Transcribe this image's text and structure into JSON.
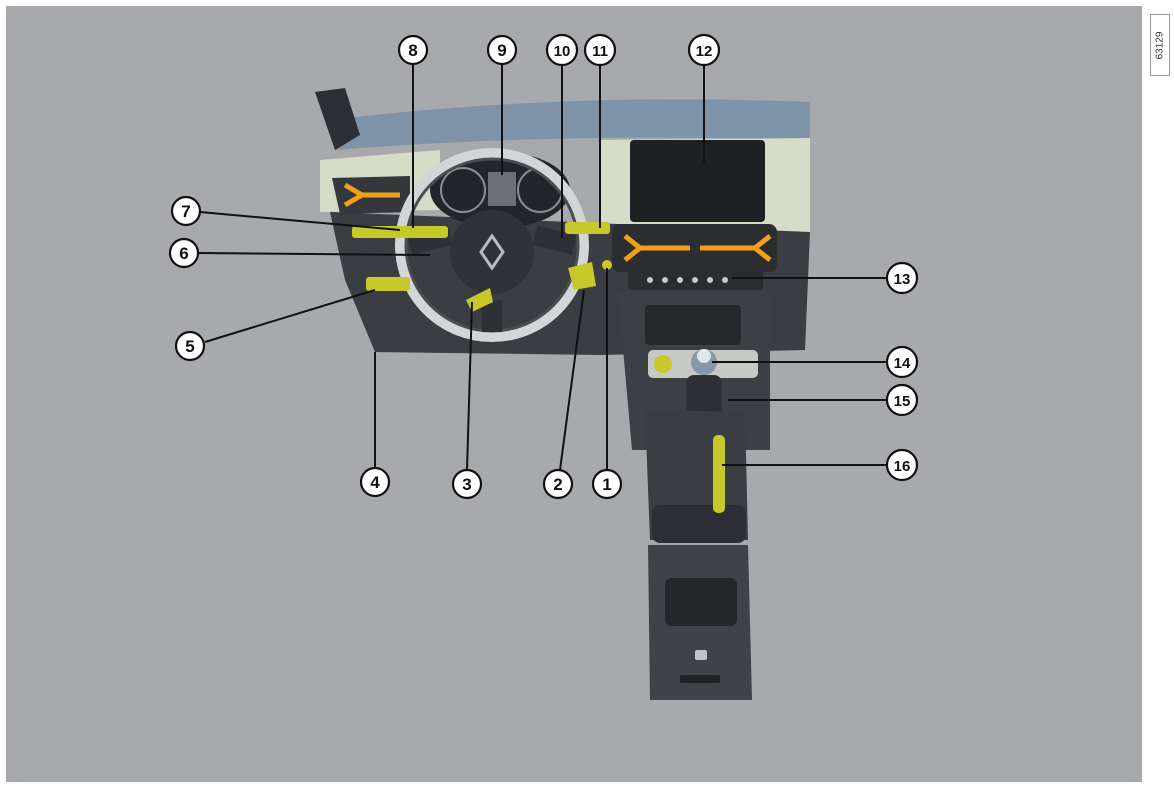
{
  "reference_code": "63129",
  "colors": {
    "background": "#a7a9ac",
    "dashboard_dark": "#3a3d42",
    "dashboard_light": "#d6dcc8",
    "dashboard_blue": "#7f93a8",
    "highlight_yellow": "#c8c82a",
    "vent_orange": "#f0a018",
    "screen": "#1e2024"
  },
  "callouts": [
    {
      "id": "1",
      "label": "1"
    },
    {
      "id": "2",
      "label": "2"
    },
    {
      "id": "3",
      "label": "3"
    },
    {
      "id": "4",
      "label": "4"
    },
    {
      "id": "5",
      "label": "5"
    },
    {
      "id": "6",
      "label": "6"
    },
    {
      "id": "7",
      "label": "7"
    },
    {
      "id": "8",
      "label": "8"
    },
    {
      "id": "9",
      "label": "9"
    },
    {
      "id": "10",
      "label": "10"
    },
    {
      "id": "11",
      "label": "11"
    },
    {
      "id": "12",
      "label": "12"
    },
    {
      "id": "13",
      "label": "13"
    },
    {
      "id": "14",
      "label": "14"
    },
    {
      "id": "15",
      "label": "15"
    },
    {
      "id": "16",
      "label": "16"
    }
  ]
}
